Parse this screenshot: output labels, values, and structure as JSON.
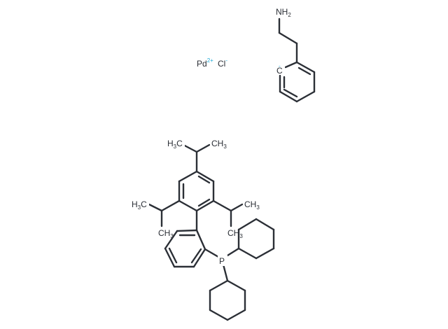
{
  "labels": {
    "nh2": {
      "main": "NH",
      "sub": "2"
    },
    "pd": {
      "main": "Pd",
      "charge": "2+"
    },
    "cl": {
      "main": "Cl",
      "charge": "-"
    },
    "c_anion": {
      "main": "C",
      "charge": "-"
    },
    "h3c_top": {
      "main": "H",
      "sub": "3",
      "tail": "C"
    },
    "ch3_top": {
      "main": "CH",
      "sub": "3"
    },
    "h3c_left": {
      "main": "H",
      "sub": "3",
      "tail": "C"
    },
    "ch3_right": {
      "main": "CH",
      "sub": "3"
    },
    "ch3_left_low": {
      "main": "CH",
      "sub": "3"
    },
    "ch3_right_low": {
      "main": "CH",
      "sub": "3"
    },
    "phosphorus": {
      "main": "P"
    }
  },
  "colors": {
    "bond": "#2b2f36",
    "text": "#2b2f36",
    "charge": "#1ea9d6",
    "background": "#ffffff"
  }
}
